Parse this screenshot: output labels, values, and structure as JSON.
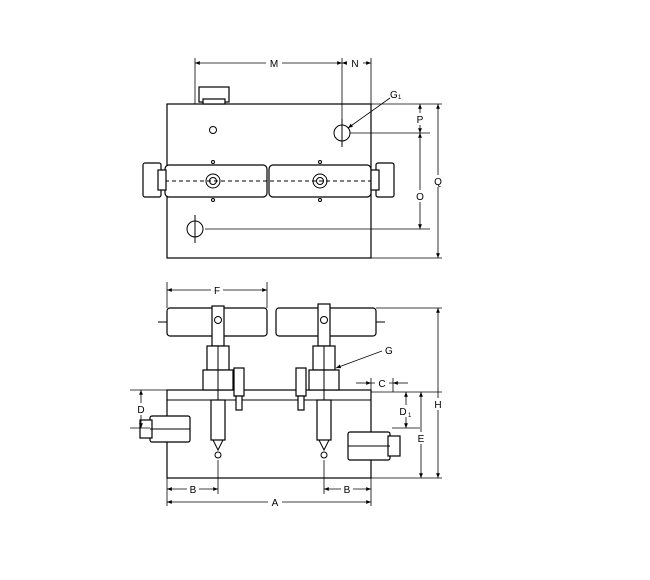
{
  "labels": {
    "m": "M",
    "n": "N",
    "g1": "G",
    "g1_sub": "1",
    "p": "P",
    "o": "O",
    "q": "Q",
    "f": "F",
    "g": "G",
    "c": "C",
    "d": "D",
    "d1": "D",
    "d1_sub": "1",
    "h": "H",
    "e": "E",
    "b_left": "B",
    "b_right": "B",
    "a": "A"
  }
}
